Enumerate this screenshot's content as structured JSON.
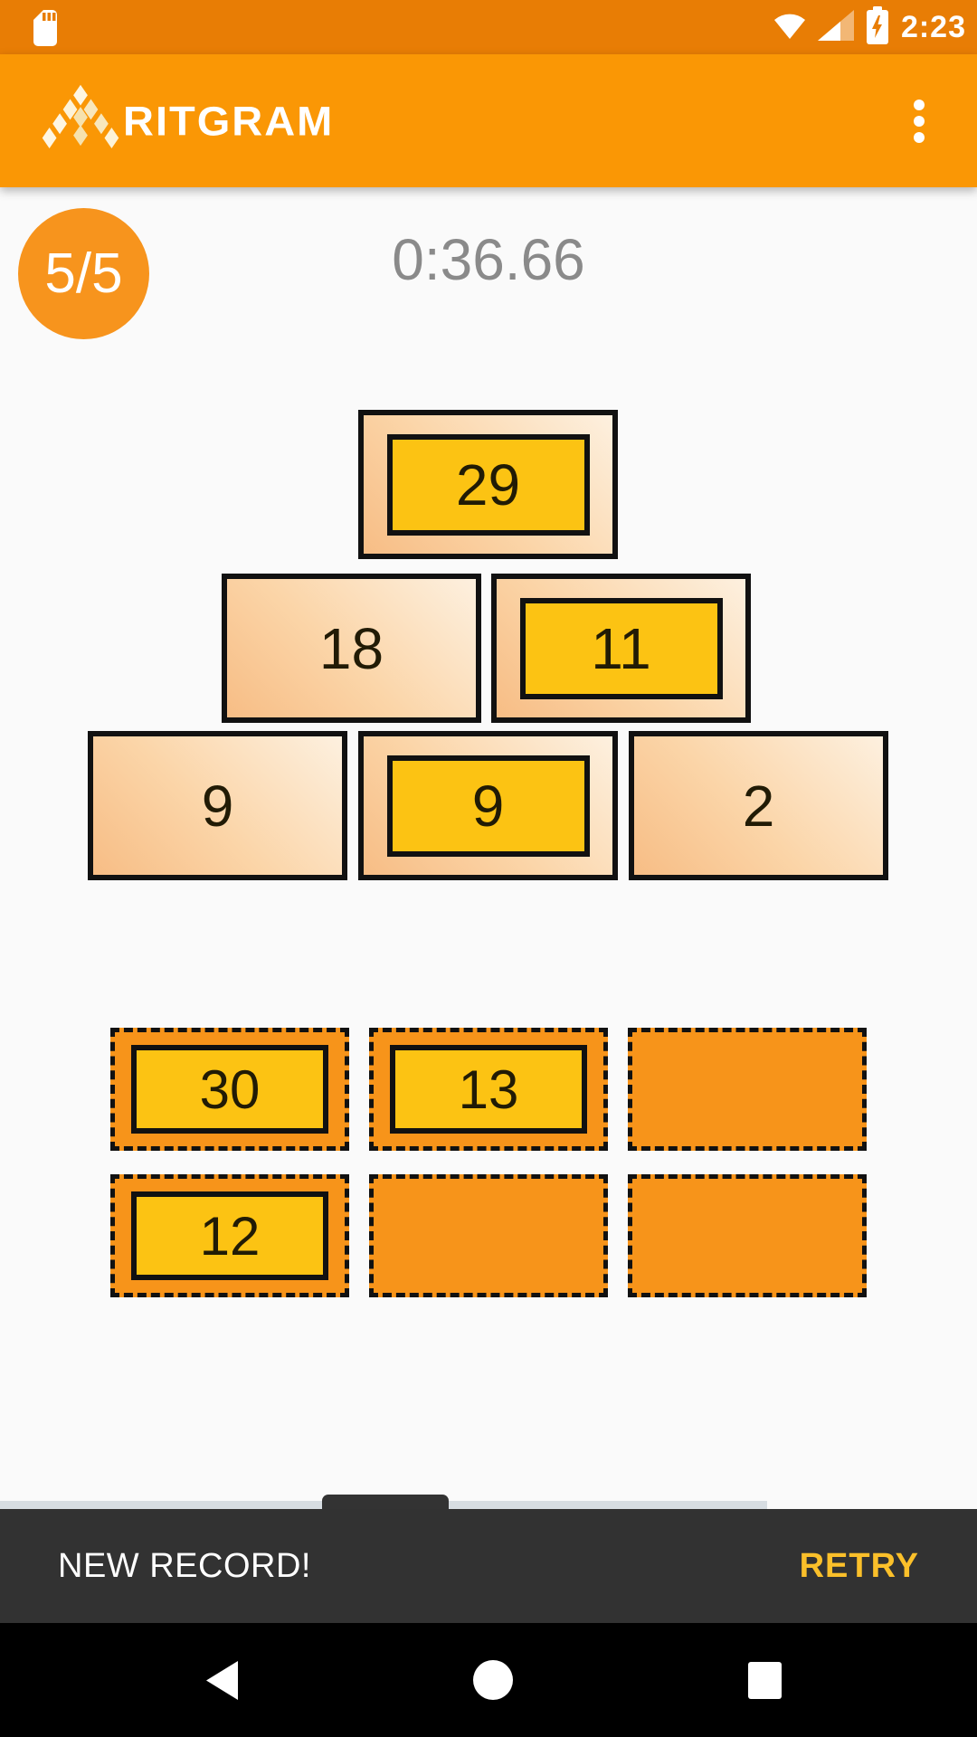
{
  "status_bar": {
    "time": "2:23",
    "icons": [
      "sd-card-icon",
      "wifi-icon",
      "signal-icon",
      "battery-charging-icon"
    ]
  },
  "app_bar": {
    "title": "RITGRAM",
    "logo_icon": "diamond-a-logo",
    "menu_icon": "overflow-menu-icon"
  },
  "hud": {
    "score_badge": "5/5",
    "timer": "0:36.66"
  },
  "pyramid": {
    "rows": [
      {
        "blocks": [
          {
            "value": "29",
            "placed_tile": true
          }
        ]
      },
      {
        "blocks": [
          {
            "value": "18",
            "placed_tile": false
          },
          {
            "value": "11",
            "placed_tile": true
          }
        ]
      },
      {
        "blocks": [
          {
            "value": "9",
            "placed_tile": false
          },
          {
            "value": "9",
            "placed_tile": true
          },
          {
            "value": "2",
            "placed_tile": false
          }
        ]
      }
    ]
  },
  "tray": {
    "rows": [
      {
        "slots": [
          {
            "value": "30",
            "has_tile": true
          },
          {
            "value": "13",
            "has_tile": true
          },
          {
            "value": "",
            "has_tile": false
          }
        ]
      },
      {
        "slots": [
          {
            "value": "12",
            "has_tile": true
          },
          {
            "value": "",
            "has_tile": false
          },
          {
            "value": "",
            "has_tile": false
          }
        ]
      }
    ]
  },
  "snackbar": {
    "message": "NEW RECORD!",
    "action": "RETRY"
  },
  "nav_bar": {
    "icons": [
      "back-icon",
      "home-icon",
      "recents-icon"
    ]
  },
  "colors": {
    "status_bar": "#E87D05",
    "app_bar": "#FA9705",
    "accent_orange": "#F7941D",
    "tile_amber": "#FCC313",
    "block_gradient_start": "#F7BD85",
    "block_gradient_end": "#FDF0DF",
    "snackbar_bg": "#323232",
    "snackbar_action": "#FBC02A",
    "timer_text": "#8A8A8A",
    "content_bg": "#FAFAFA"
  }
}
